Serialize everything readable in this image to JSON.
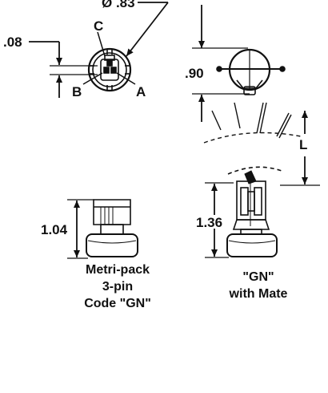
{
  "top_view": {
    "diameter_label": "Ø .83",
    "thickness_label": ".08",
    "pin_labels": {
      "a": "A",
      "b": "B",
      "c": "C"
    }
  },
  "side_view": {
    "width_label": ".90",
    "length_label": "L"
  },
  "connector": {
    "height_label": "1.04",
    "caption": [
      "Metri-pack",
      "3-pin",
      "Code \"GN\""
    ]
  },
  "mated": {
    "height_label": "1.36",
    "caption": [
      "\"GN\"",
      "with Mate"
    ]
  }
}
